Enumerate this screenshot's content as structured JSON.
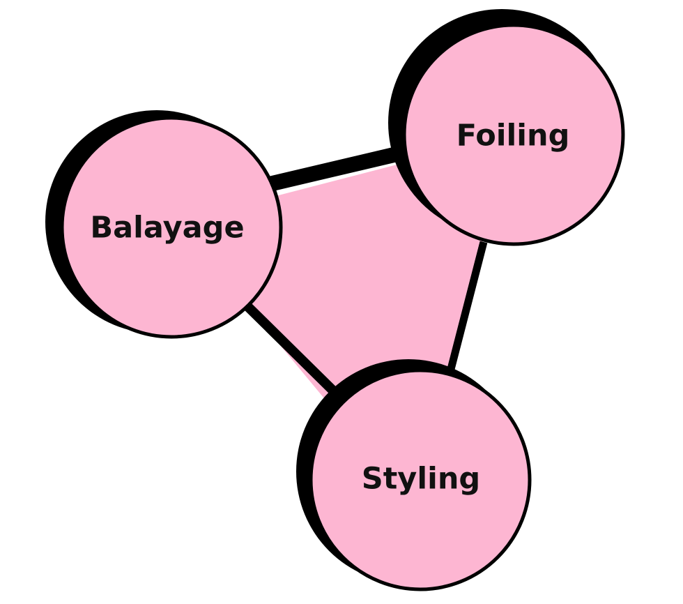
{
  "diagram": {
    "nodes": [
      {
        "id": "balayage",
        "label": "Balayage"
      },
      {
        "id": "foiling",
        "label": "Foiling"
      },
      {
        "id": "styling",
        "label": "Styling"
      }
    ],
    "edges": [
      {
        "from": "balayage",
        "to": "foiling"
      },
      {
        "from": "foiling",
        "to": "styling"
      },
      {
        "from": "styling",
        "to": "balayage"
      }
    ]
  },
  "colors": {
    "node_fill": "#fdb6d2",
    "outline": "#000000",
    "text": "#111111",
    "background": "#ffffff"
  }
}
